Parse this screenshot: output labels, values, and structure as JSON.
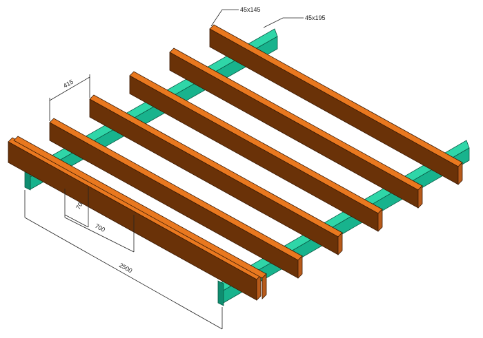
{
  "labels": {
    "joist_section": "45x145",
    "beam_section": "45x195",
    "joist_spacing": "415",
    "overhang_small": "70",
    "overhang_large": "700",
    "total_length": "2500"
  },
  "colors": {
    "joist_top": "#e9781f",
    "joist_side": "#6a3208",
    "joist_end": "#b75a1a",
    "beam_top": "#2fd6a8",
    "beam_side": "#18b38d",
    "beam_end": "#0f8d70",
    "line": "#222222"
  }
}
